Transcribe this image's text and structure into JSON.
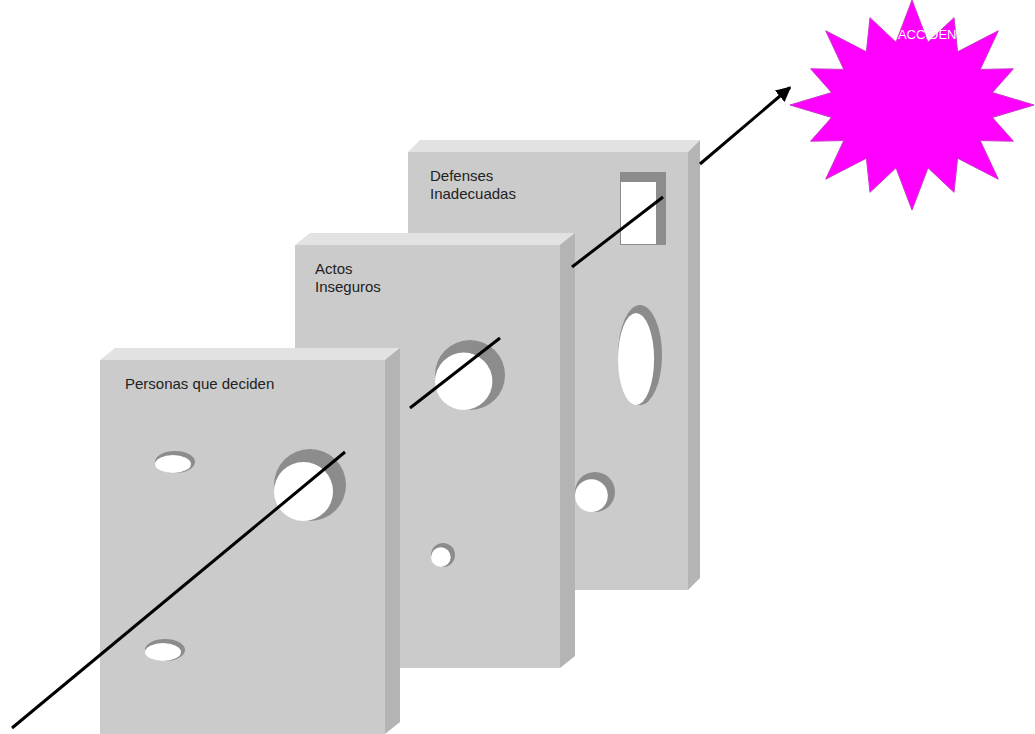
{
  "diagram": {
    "nodes": [
      {
        "text": [
          "Personas que deciden"
        ]
      },
      {
        "text": [
          "Actos Inseguros"
        ]
      },
      {
        "text": [
          "Defenses Inadecuadas"
        ]
      },
      {
        "text": [
          "ACCIDENTE"
        ]
      }
    ],
    "edges": [
      {
        "from": 2,
        "to": 3,
        "arrow": "to"
      }
    ]
  }
}
